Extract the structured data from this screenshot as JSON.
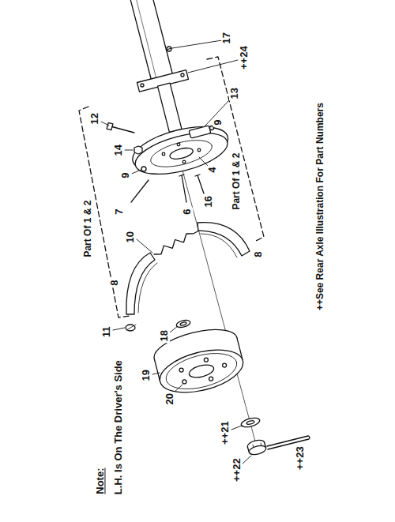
{
  "diagram": {
    "labels": [
      "Note:",
      "L.H. Is On The Driver's Side",
      "Part Of 1 & 2",
      "Part Of 1 & 2",
      "++See Rear Axle Illustration For Part Numbers",
      "17",
      "++24",
      "13",
      "12",
      "9",
      "4",
      "14",
      "9",
      "16",
      "6",
      "7",
      "8",
      "10",
      "8",
      "11",
      "18",
      "19",
      "20",
      "++21",
      "++22",
      "++23"
    ]
  }
}
